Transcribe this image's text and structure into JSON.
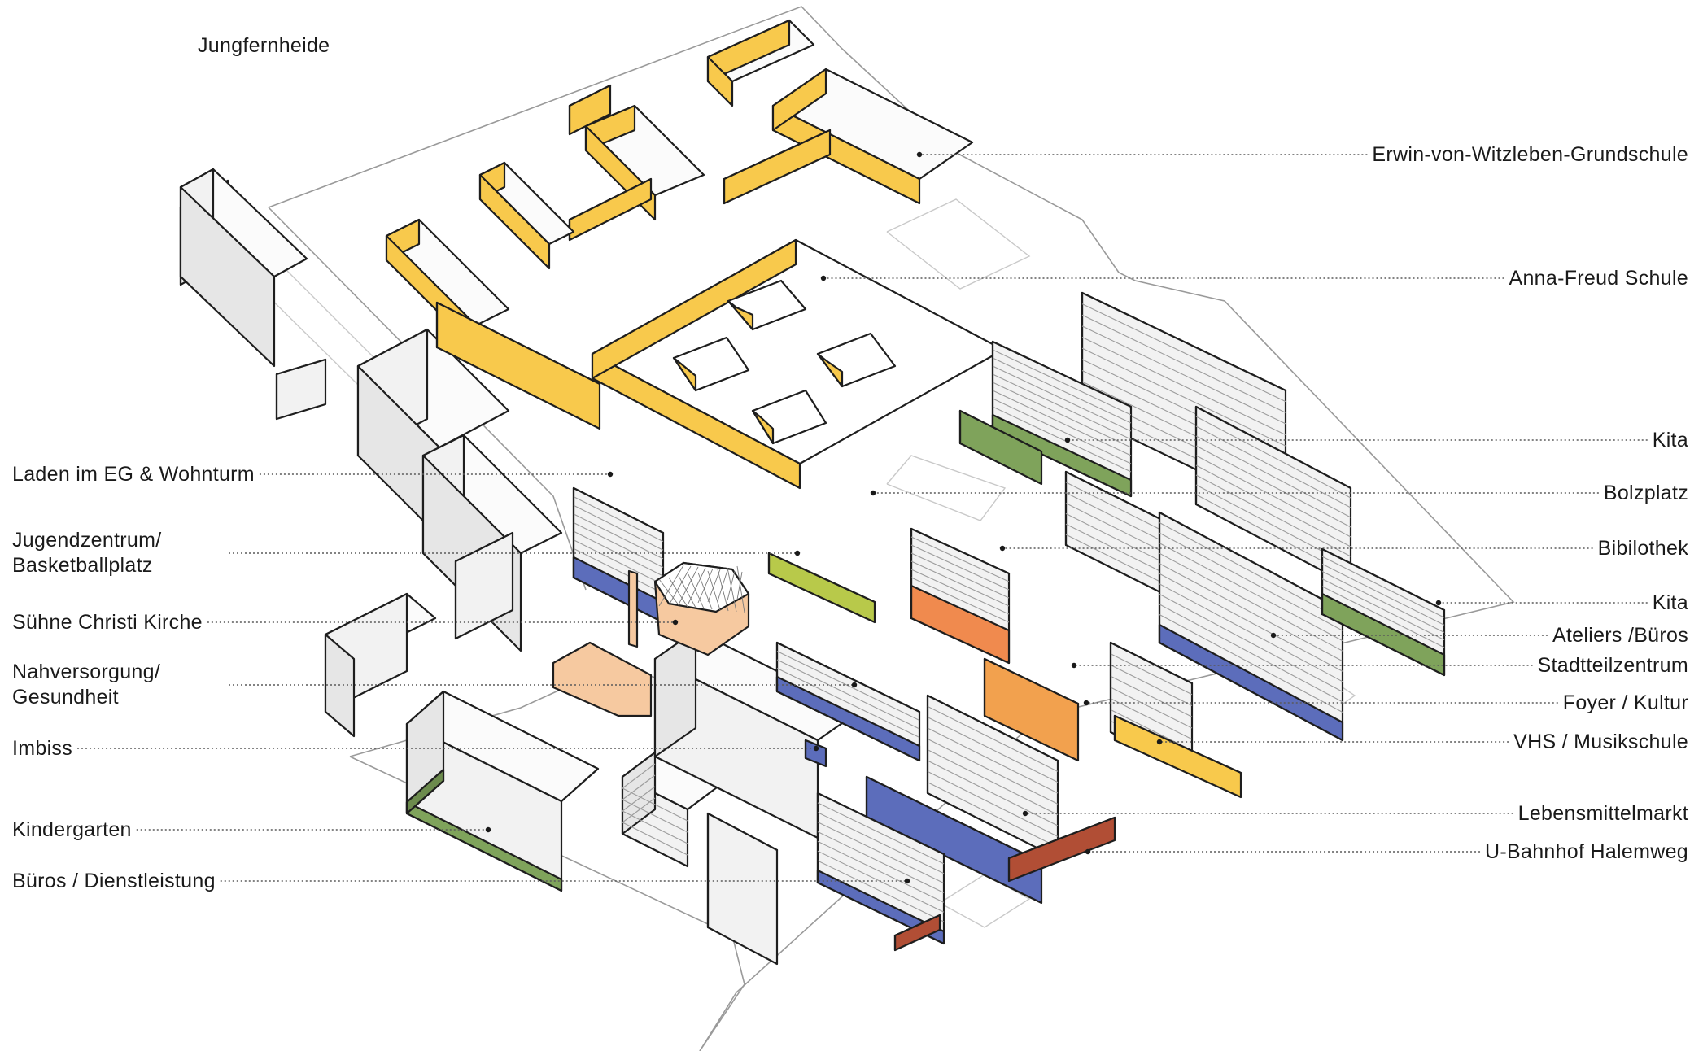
{
  "labels": {
    "district": "Jungfernheide",
    "right": [
      "Erwin-von-Witzleben-Grundschule",
      "Anna-Freud Schule",
      "Kita",
      "Bolzplatz",
      "Bibilothek",
      "Kita",
      "Ateliers /Büros",
      "Stadtteilzentrum",
      "Foyer / Kultur",
      "VHS / Musikschule",
      "Lebensmittelmarkt",
      "U-Bahnhof Halemweg"
    ],
    "left": [
      "Laden im EG & Wohnturm",
      "Jugendzentrum/\nBasketballplatz",
      "Sühne Christi Kirche",
      "Nahversorgung/\nGesundheit",
      "Imbiss",
      "Kindergarten",
      "Büros / Dienstleistung"
    ]
  },
  "colors": {
    "school": "#f8c94c",
    "kita": "#7fa35b",
    "library": "#b8c94a",
    "culture": "#f2a14e",
    "centre": "#f08a4e",
    "church": "#f6c9a0",
    "retail": "#5c6dbb",
    "studio": "#8f66ad",
    "station": "#b14e35",
    "residential": "#ebebeb"
  }
}
